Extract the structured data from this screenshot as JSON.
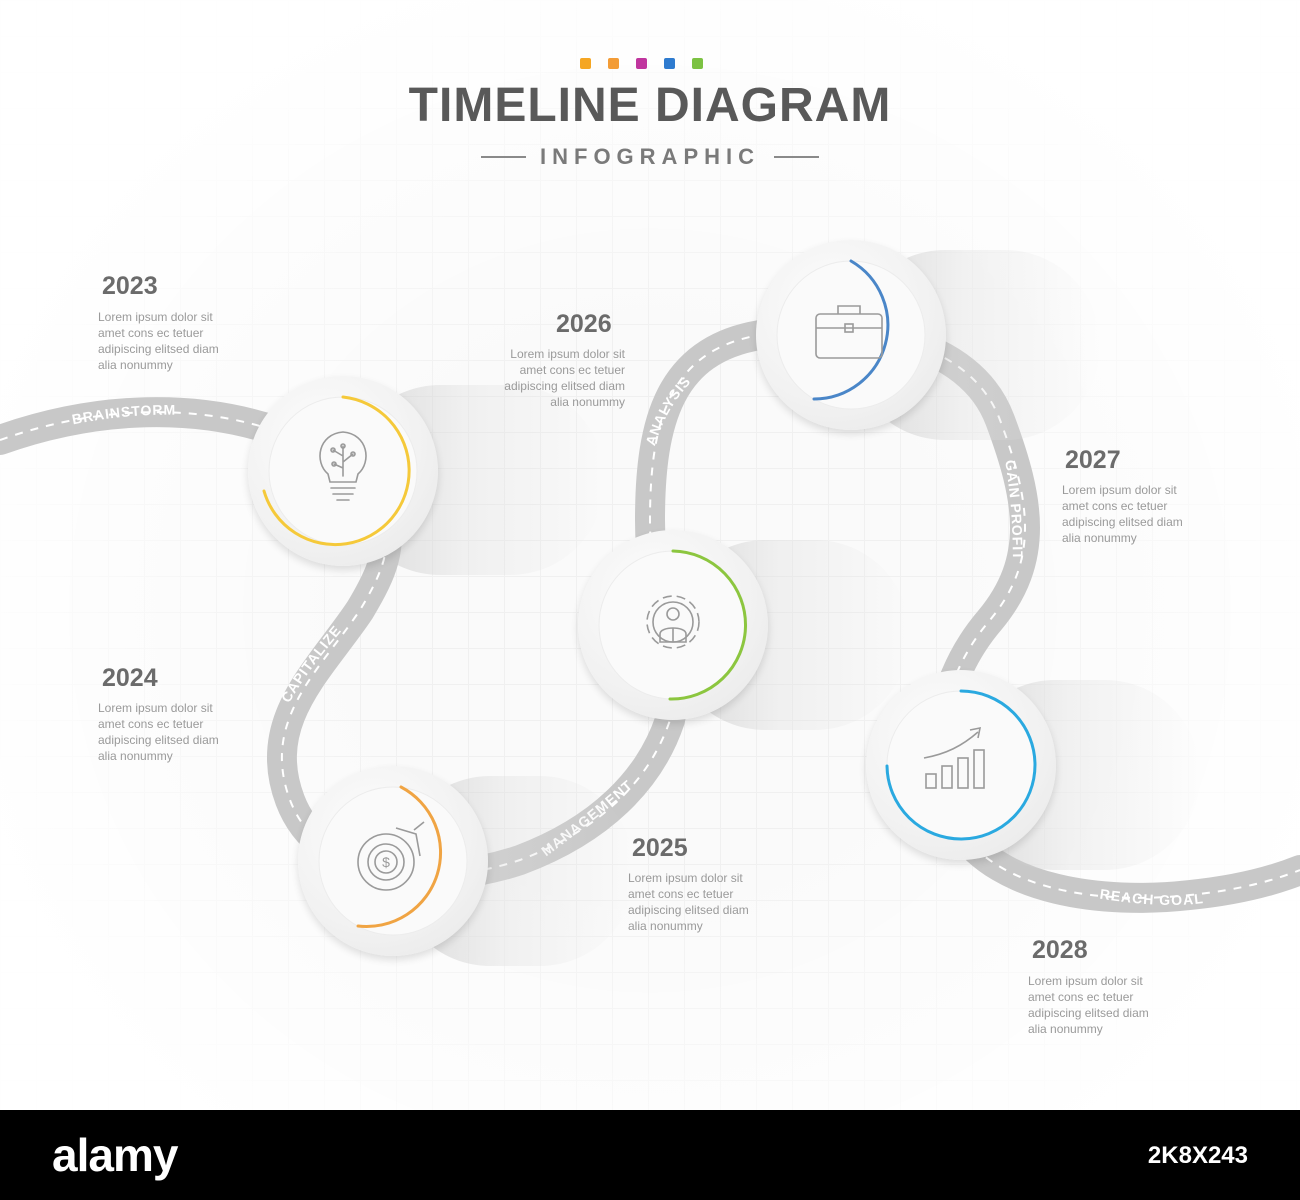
{
  "header": {
    "title": "TIMELINE DIAGRAM",
    "subtitle": "INFOGRAPHIC",
    "accent_dots": [
      "#f5a623",
      "#f39c36",
      "#c0359e",
      "#2e7bcf",
      "#7cc242"
    ]
  },
  "road": {
    "color": "#c8c8c8",
    "labels": {
      "brainstorm": "BRAINSTORM",
      "capitalize": "CAPITALIZE",
      "management": "MANAGEMENT",
      "analysis": "ANALYSIS",
      "gain_profit": "GAIN PROFIT",
      "reach_goal": "REACH GOAL"
    }
  },
  "milestones": [
    {
      "year": "2023",
      "icon": "lightbulb-icon",
      "accent": "#f5c93a",
      "text": [
        "Lorem ipsum dolor sit",
        "amet cons ec tetuer",
        "adipiscing elitsed diam",
        "alia nonummy"
      ]
    },
    {
      "year": "2024",
      "icon": "dollar-chart-icon",
      "accent": "#f0a443",
      "text": [
        "Lorem ipsum dolor sit",
        "amet cons ec tetuer",
        "adipiscing elitsed diam",
        "alia nonummy"
      ]
    },
    {
      "year": "2025",
      "icon": "gear-person-icon",
      "accent": "#8cc63f",
      "text": [
        "Lorem ipsum dolor sit",
        "amet cons ec tetuer",
        "adipiscing elitsed diam",
        "alia nonummy"
      ]
    },
    {
      "year": "2026",
      "icon": "briefcase-icon",
      "accent": "#4a86c8",
      "text": [
        "Lorem ipsum dolor sit",
        "amet cons ec tetuer",
        "adipiscing elitsed diam",
        "alia nonummy"
      ]
    },
    {
      "year": "2027",
      "icon": "growth-chart-icon",
      "accent": "#2aa9e0",
      "text": [
        "Lorem ipsum dolor sit",
        "amet cons ec tetuer",
        "adipiscing elitsed diam",
        "alia nonummy"
      ]
    },
    {
      "year": "2028",
      "icon": "",
      "text": [
        "Lorem ipsum dolor sit",
        "amet cons ec tetuer",
        "adipiscing elitsed diam",
        "alia nonummy"
      ]
    }
  ],
  "footer": {
    "brand": "alamy",
    "image_code": "2K8X243"
  }
}
